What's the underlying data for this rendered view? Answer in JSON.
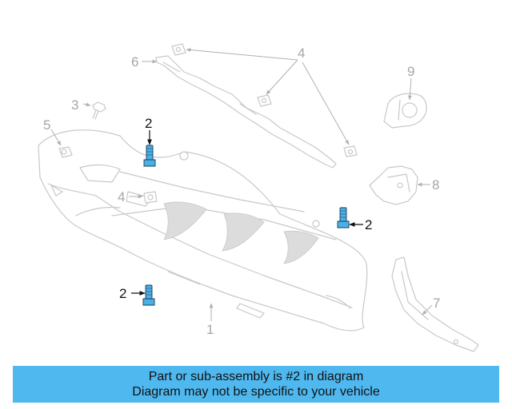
{
  "diagram": {
    "callouts": {
      "p1": "1",
      "p2a": "2",
      "p2b": "2",
      "p2c": "2",
      "p3": "3",
      "p4a": "4",
      "p4b": "4",
      "p5": "5",
      "p6": "6",
      "p7": "7",
      "p8": "8",
      "p9": "9"
    },
    "highlight_color": "#4ab0e6"
  },
  "banner": {
    "line1": "Part or sub-assembly is #2 in diagram",
    "line2": "Diagram may not be specific to your vehicle",
    "color": "#4fb8ef"
  }
}
